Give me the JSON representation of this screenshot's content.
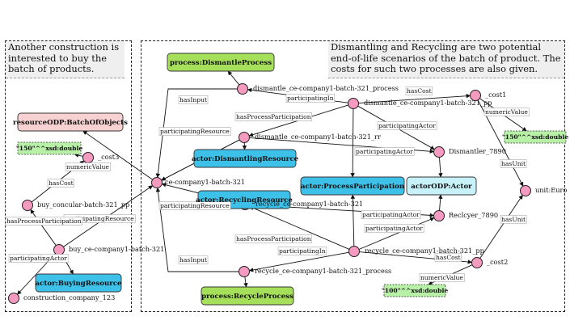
{
  "captions": {
    "left": "Another construction is interested to buy the batch of products.",
    "right": "Dismantling and Recycling are two potential end-of-life scenarios of the batch of product. The costs for such two processes are also given."
  },
  "colors": {
    "node": "#f59ac0",
    "process_class": "#a6e05a",
    "actor_class": "#3ec1e8",
    "actor_odp": "#c8f2fa",
    "resource_odp": "#f8d2d2",
    "literal": "#b8f0a8"
  },
  "nodes": [
    {
      "id": "dismantle_process",
      "label": "dismantle_ce-company1-batch-321_process"
    },
    {
      "id": "dismantle_pp",
      "label": "dismantle_ce-company1-batch-321_pp"
    },
    {
      "id": "cost1",
      "label": "_cost1"
    },
    {
      "id": "dismantle_rr",
      "label": "dismantle_ce-company1-batch-321_rr"
    },
    {
      "id": "dismantler",
      "label": "Dismantler_7890"
    },
    {
      "id": "batch",
      "label": "ce-company1-batch-321"
    },
    {
      "id": "euro",
      "label": "unit:Euro"
    },
    {
      "id": "recycle_rr",
      "label": "recycle_ce-company1-batch-321"
    },
    {
      "id": "reclcyer",
      "label": "Reclcyer_7890"
    },
    {
      "id": "recycle_pp",
      "label": "recycle_ce-company1-batch-321_pp"
    },
    {
      "id": "cost2",
      "label": "_cost2"
    },
    {
      "id": "recycle_process",
      "label": "recycle_ce-company1-batch-321_process"
    },
    {
      "id": "cost3",
      "label": "_cost3"
    },
    {
      "id": "buy_concular_pp",
      "label": "buy_concular-batch-321_pp"
    },
    {
      "id": "buy_batch",
      "label": "buy_ce-company1-batch-321"
    },
    {
      "id": "construction_company",
      "label": "construction_company_123"
    }
  ],
  "classes": [
    {
      "id": "dismantle_class",
      "label": "process:DismantleProcess"
    },
    {
      "id": "resource_odp",
      "label": "resourceODP:BatchOfObjects"
    },
    {
      "id": "dismantling_resource",
      "label": "actor:DismantlingResource"
    },
    {
      "id": "recycling_resource",
      "label": "actor:RecyclingResource"
    },
    {
      "id": "process_participation",
      "label": "actor:ProcessParticipation"
    },
    {
      "id": "actor_odp",
      "label": "actorODP:Actor"
    },
    {
      "id": "buying_resource",
      "label": "actor:BuyingResource"
    },
    {
      "id": "recycle_class",
      "label": "process:RecycleProcess"
    }
  ],
  "literals": [
    {
      "id": "lit150_left",
      "label": "\"150\"^^xsd:double"
    },
    {
      "id": "lit150_right",
      "label": "\"150\"^^xsd:double"
    },
    {
      "id": "lit100",
      "label": "\"100\"^^xsd:double"
    }
  ],
  "edges": [
    {
      "id": "e1",
      "label": ""
    },
    {
      "id": "e2",
      "label": "hasInput"
    },
    {
      "id": "e3",
      "label": "participatingIn"
    },
    {
      "id": "e4",
      "label": "hasCost"
    },
    {
      "id": "e5",
      "label": "numericValue"
    },
    {
      "id": "e6",
      "label": "hasUnit"
    },
    {
      "id": "e7",
      "label": "hasUnit"
    },
    {
      "id": "e8",
      "label": "hasProcessParticipation"
    },
    {
      "id": "e9",
      "label": "participatingActor"
    },
    {
      "id": "e10",
      "label": "participatingResource"
    },
    {
      "id": "e11",
      "label": "participatingActor"
    },
    {
      "id": "e12",
      "label": ""
    },
    {
      "id": "e13",
      "label": ""
    },
    {
      "id": "e14",
      "label": ""
    },
    {
      "id": "e15",
      "label": ""
    },
    {
      "id": "e16",
      "label": ""
    },
    {
      "id": "e17",
      "label": ""
    },
    {
      "id": "e18",
      "label": "participatingResource"
    },
    {
      "id": "e19",
      "label": ""
    },
    {
      "id": "e20",
      "label": "participatingActor"
    },
    {
      "id": "e21",
      "label": "hasProcessParticipation"
    },
    {
      "id": "e22",
      "label": "participatingActor"
    },
    {
      "id": "e23",
      "label": "participatingIn"
    },
    {
      "id": "e24",
      "label": "hasCost"
    },
    {
      "id": "e25",
      "label": "numericValue"
    },
    {
      "id": "e26",
      "label": "hasInput"
    },
    {
      "id": "e27",
      "label": ""
    },
    {
      "id": "e28",
      "label": "participatingResource"
    },
    {
      "id": "e29",
      "label": "numericValue"
    },
    {
      "id": "e30",
      "label": "hasCost"
    },
    {
      "id": "e31",
      "label": "hasProcessParticipation"
    },
    {
      "id": "e32",
      "label": "participatingActor"
    },
    {
      "id": "e33",
      "label": ""
    },
    {
      "id": "e34",
      "label": ""
    }
  ]
}
